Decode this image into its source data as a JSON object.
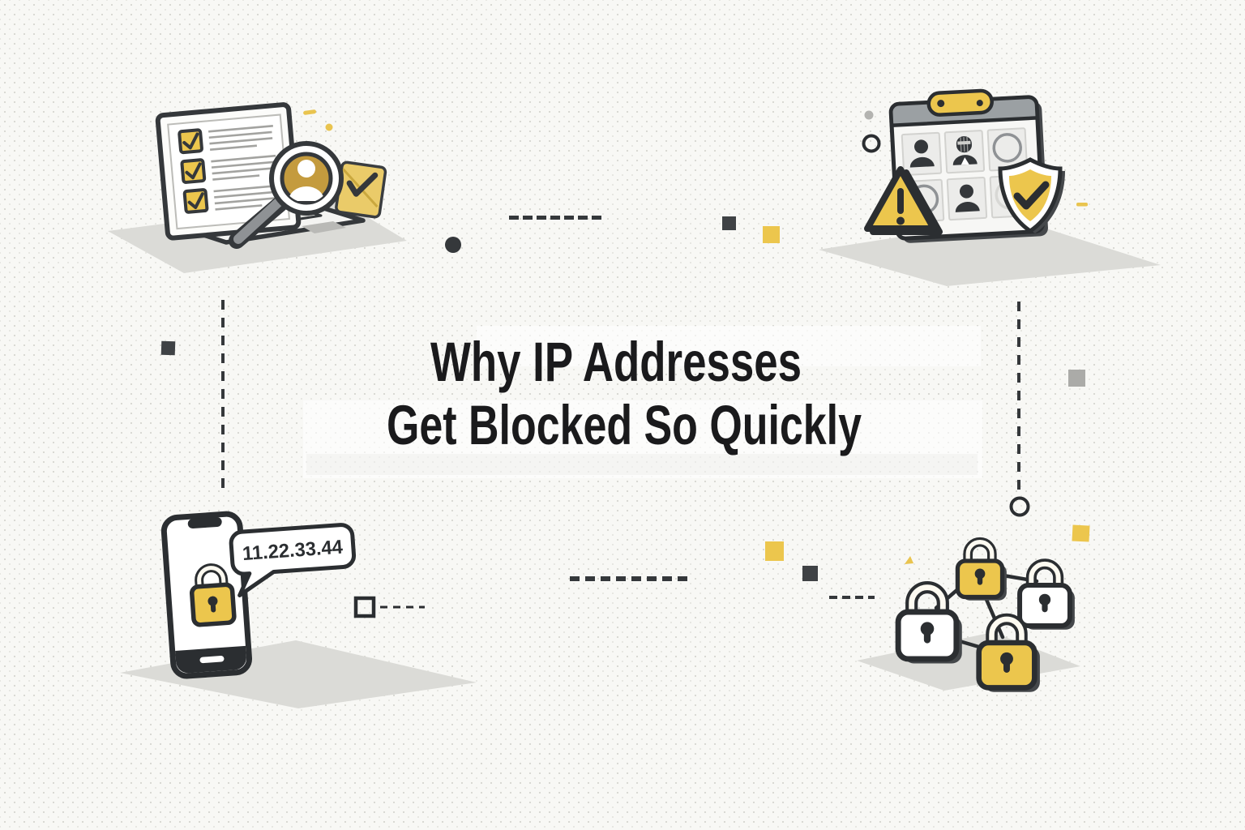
{
  "canvas": {
    "background": "#f8f8f5",
    "dot_pattern_color": "#d7d7d2"
  },
  "palette": {
    "accent_yellow": "#ECC64D",
    "avatar_gold": "#C49B3E",
    "outline_dark": "#2B2E31",
    "header_gray": "#9BA0A3",
    "shadow_gray": "#DBDBD7",
    "title_color": "#1A1A1C"
  },
  "title": {
    "line1": "Why IP Addresses",
    "line2": "Get Blocked So Quickly"
  },
  "scenes": {
    "top_left": {
      "label": "laptop-checklist-identity-search",
      "icons": [
        "laptop-icon",
        "checklist-checkbox-icon",
        "magnifier-user-icon",
        "verified-mail-icon"
      ]
    },
    "top_right": {
      "label": "user-directory-threat-detection",
      "icons": [
        "browser-window-icon",
        "user-avatar-icon",
        "hacker-avatar-icon",
        "warning-triangle-icon",
        "shield-check-icon"
      ]
    },
    "bottom_left": {
      "label": "phone-ip-address-lock",
      "ip_address": "11.22.33.44",
      "icons": [
        "smartphone-icon",
        "padlock-icon",
        "speech-bubble-icon"
      ]
    },
    "bottom_right": {
      "label": "blocked-ip-lock-network",
      "icons": [
        "padlock-network-icon"
      ]
    }
  }
}
